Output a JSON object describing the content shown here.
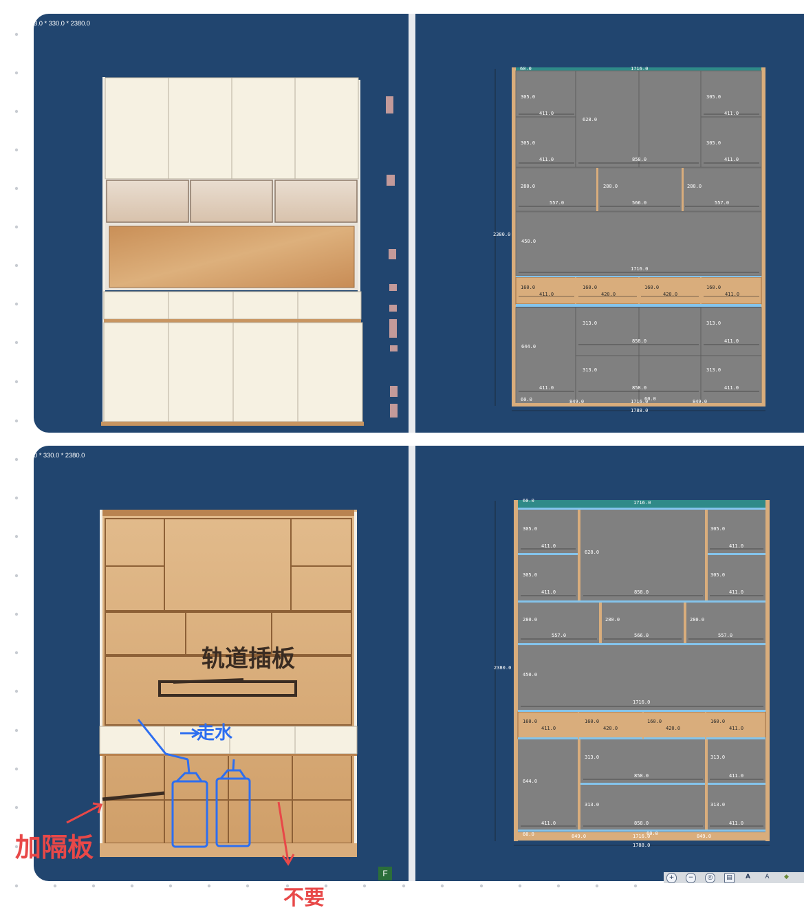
{
  "panels": {
    "top_left": {
      "title": "3.0 * 330.0 * 2380.0"
    },
    "bottom_left": {
      "title": "0 * 330.0 * 2380.0",
      "badge": "F"
    }
  },
  "dims": {
    "d60": "60.0",
    "d1716": "1716.0",
    "d305": "305.0",
    "d411": "411.0",
    "d628": "628.0",
    "d858": "858.0",
    "d280": "280.0",
    "d557": "557.0",
    "d566": "566.0",
    "d2380": "2380.0",
    "d450": "450.0",
    "d160": "160.0",
    "d420": "420.0",
    "d313": "313.0",
    "d644": "644.0",
    "d849": "849.0",
    "d1788": "1788.0"
  },
  "annotations": {
    "rail_board": "轨道插板",
    "water": "走水",
    "add_shelf": "加隔板",
    "not_needed": "不要"
  },
  "colors": {
    "panel_bg": "#21456f",
    "door": "#f6f1e2",
    "wood": "#d9ad7c",
    "gray_area": "#808080",
    "shelf_blue": "#84c4ec",
    "top_teal": "#2f8a88",
    "note_black": "#3a2c22",
    "note_blue": "#2d6ef0",
    "note_red": "#e84848"
  },
  "icons": [
    "zoom-in-icon",
    "zoom-out-icon",
    "zoom-fit-icon",
    "layer-icon",
    "font-increase-icon",
    "font-decrease-icon",
    "eraser-icon"
  ]
}
